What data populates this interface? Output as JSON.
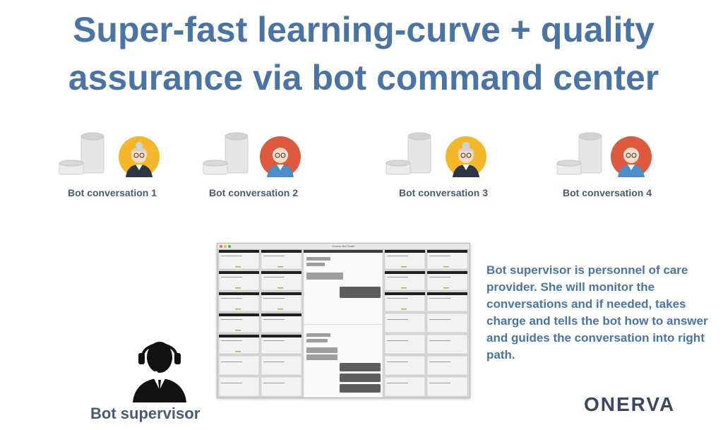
{
  "title_line1": "Super-fast learning-curve + quality",
  "title_line2": "assurance via bot command center",
  "conversations": [
    {
      "label": "Bot conversation 1",
      "avatar_icon": "grandmother-avatar-icon",
      "avatar_bg": "#f4b72a"
    },
    {
      "label": "Bot conversation 2",
      "avatar_icon": "grandfather-avatar-icon",
      "avatar_bg": "#dd5a3e"
    },
    {
      "label": "Bot conversation 3",
      "avatar_icon": "grandmother-avatar-icon",
      "avatar_bg": "#f4b72a"
    },
    {
      "label": "Bot conversation 4",
      "avatar_icon": "grandfather-avatar-icon",
      "avatar_bg": "#dd5a3e"
    }
  ],
  "screenshot": {
    "window_title": "Onerva Bot Tester"
  },
  "description": "Bot supervisor is personnel of care provider. She will monitor the conversations and if needed, takes charge and tells the bot how to answer and guides the conversation into right path.",
  "supervisor_label": "Bot supervisor",
  "logo_text": "ONERVA",
  "colors": {
    "title": "#4a74a6",
    "label": "#4a5a74",
    "logo": "#3c4663"
  }
}
